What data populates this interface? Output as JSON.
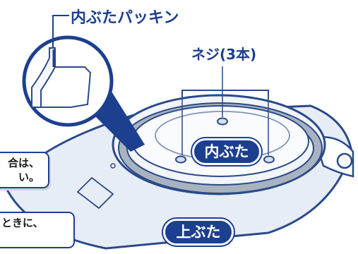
{
  "labels": {
    "gasket": "内ぶたパッキン",
    "screws": "ネジ(3本)",
    "inner_lid": "内ぶた",
    "outer_lid": "上ぶた"
  },
  "notes": {
    "top_line1": "合は、",
    "top_line2": "い。",
    "bottom_line1": "ときに、"
  },
  "colors": {
    "accent": "#1d3f8f",
    "outline": "#2a4a8a",
    "lid_fill": "#dde5f1",
    "gasket_ring": "#a9b3bf"
  }
}
